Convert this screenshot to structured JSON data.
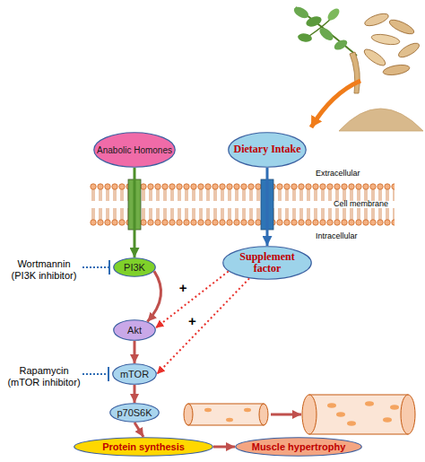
{
  "diagram": {
    "nodes": [
      {
        "text": [
          "Anabolic Homones"
        ]
      },
      {
        "text": [
          "Dietary Intake"
        ]
      },
      {
        "text": [
          "PI3K"
        ]
      },
      {
        "text": [
          "Supplement factor"
        ]
      },
      {
        "text": [
          "Akt"
        ]
      },
      {
        "text": [
          "mTOR"
        ]
      },
      {
        "text": [
          "p70S6K"
        ]
      },
      {
        "text": [
          "Protein synthesis"
        ]
      },
      {
        "text": [
          "Muscle hypertrophy"
        ]
      }
    ],
    "edges": [
      {
        "from": 0,
        "to": 2,
        "arrow": "to"
      },
      {
        "from": 1,
        "to": 3,
        "arrow": "to"
      },
      {
        "from": 2,
        "to": 4,
        "arrow": "to"
      },
      {
        "from": 3,
        "to": 4,
        "arrow": "to",
        "label": "+"
      },
      {
        "from": 3,
        "to": 5,
        "arrow": "to",
        "label": "+"
      },
      {
        "from": 4,
        "to": 5,
        "arrow": "to"
      },
      {
        "from": 5,
        "to": 6,
        "arrow": "to"
      },
      {
        "from": 6,
        "to": 7,
        "arrow": "to"
      },
      {
        "from": 7,
        "to": 8,
        "arrow": "to"
      }
    ],
    "labels": [
      "Extracellular",
      "Cell membrane",
      "Intracellular",
      "Wortmannin (PI3K inhibitor)",
      "Rapamycin (mTOR inhibitor)"
    ]
  }
}
